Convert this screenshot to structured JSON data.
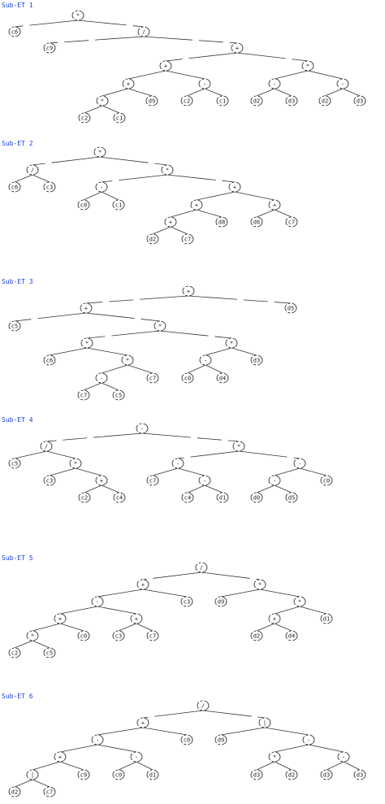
{
  "colors": {
    "title": "#1a3fd6",
    "line": "#333333",
    "node_fill": "#ffffff"
  },
  "trees": [
    {
      "title": "Sub-ET 1",
      "nodes": [
        {
          "id": "n0",
          "label": "*"
        },
        {
          "id": "n1",
          "label": "c6",
          "parent": "n0"
        },
        {
          "id": "n2",
          "label": "/",
          "parent": "n0"
        },
        {
          "id": "n3",
          "label": "c9",
          "parent": "n2"
        },
        {
          "id": "n4",
          "label": "+",
          "parent": "n2"
        },
        {
          "id": "n5",
          "label": "+",
          "parent": "n4"
        },
        {
          "id": "n6",
          "label": "*",
          "parent": "n4"
        },
        {
          "id": "n7",
          "label": "+",
          "parent": "n5"
        },
        {
          "id": "n8",
          "label": "-",
          "parent": "n5"
        },
        {
          "id": "n9",
          "label": "-",
          "parent": "n6"
        },
        {
          "id": "n10",
          "label": "-",
          "parent": "n6"
        },
        {
          "id": "n11",
          "label": "*",
          "parent": "n7"
        },
        {
          "id": "n12",
          "label": "d9",
          "parent": "n7"
        },
        {
          "id": "n13",
          "label": "c2",
          "parent": "n8"
        },
        {
          "id": "n14",
          "label": "c1",
          "parent": "n8"
        },
        {
          "id": "n15",
          "label": "d2",
          "parent": "n9"
        },
        {
          "id": "n16",
          "label": "d3",
          "parent": "n9"
        },
        {
          "id": "n17",
          "label": "d2",
          "parent": "n10"
        },
        {
          "id": "n18",
          "label": "d3",
          "parent": "n10"
        },
        {
          "id": "n19",
          "label": "c2",
          "parent": "n11"
        },
        {
          "id": "n20",
          "label": "c1",
          "parent": "n11"
        }
      ]
    },
    {
      "title": "Sub-ET 2",
      "nodes": [
        {
          "id": "n0",
          "label": "*"
        },
        {
          "id": "n1",
          "label": "/",
          "parent": "n0"
        },
        {
          "id": "n2",
          "label": "*",
          "parent": "n0"
        },
        {
          "id": "n3",
          "label": "c6",
          "parent": "n1"
        },
        {
          "id": "n4",
          "label": "c3",
          "parent": "n1"
        },
        {
          "id": "n5",
          "label": "-",
          "parent": "n2"
        },
        {
          "id": "n6",
          "label": "+",
          "parent": "n2"
        },
        {
          "id": "n7",
          "label": "c0",
          "parent": "n5"
        },
        {
          "id": "n8",
          "label": "c1",
          "parent": "n5"
        },
        {
          "id": "n9",
          "label": "+",
          "parent": "n6"
        },
        {
          "id": "n10",
          "label": "+",
          "parent": "n6"
        },
        {
          "id": "n11",
          "label": "+",
          "parent": "n9"
        },
        {
          "id": "n12",
          "label": "d8",
          "parent": "n9"
        },
        {
          "id": "n13",
          "label": "d6",
          "parent": "n10"
        },
        {
          "id": "n14",
          "label": "c7",
          "parent": "n10"
        },
        {
          "id": "n15",
          "label": "d2",
          "parent": "n11"
        },
        {
          "id": "n16",
          "label": "c7",
          "parent": "n11"
        }
      ]
    },
    {
      "title": "Sub-ET 3",
      "nodes": [
        {
          "id": "n0",
          "label": "+"
        },
        {
          "id": "n1",
          "label": "+",
          "parent": "n0"
        },
        {
          "id": "n2",
          "label": "d5",
          "parent": "n0"
        },
        {
          "id": "n3",
          "label": "c5",
          "parent": "n1"
        },
        {
          "id": "n4",
          "label": "*",
          "parent": "n1"
        },
        {
          "id": "n5",
          "label": "*",
          "parent": "n4"
        },
        {
          "id": "n6",
          "label": "*",
          "parent": "n4"
        },
        {
          "id": "n7",
          "label": "c6",
          "parent": "n5"
        },
        {
          "id": "n8",
          "label": "*",
          "parent": "n5"
        },
        {
          "id": "n9",
          "label": "-",
          "parent": "n6"
        },
        {
          "id": "n10",
          "label": "d3",
          "parent": "n6"
        },
        {
          "id": "n11",
          "label": "-",
          "parent": "n8"
        },
        {
          "id": "n12",
          "label": "c7",
          "parent": "n8"
        },
        {
          "id": "n13",
          "label": "c0",
          "parent": "n9"
        },
        {
          "id": "n14",
          "label": "d4",
          "parent": "n9"
        },
        {
          "id": "n15",
          "label": "c7",
          "parent": "n11"
        },
        {
          "id": "n16",
          "label": "c5",
          "parent": "n11"
        }
      ]
    },
    {
      "title": "Sub-ET 4",
      "nodes": [
        {
          "id": "n0",
          "label": "-"
        },
        {
          "id": "n1",
          "label": "/",
          "parent": "n0"
        },
        {
          "id": "n2",
          "label": "*",
          "parent": "n0"
        },
        {
          "id": "n3",
          "label": "c5",
          "parent": "n1"
        },
        {
          "id": "n4",
          "label": "*",
          "parent": "n1"
        },
        {
          "id": "n5",
          "label": "c3",
          "parent": "n4"
        },
        {
          "id": "n6",
          "label": "+",
          "parent": "n4"
        },
        {
          "id": "n7",
          "label": "c2",
          "parent": "n6"
        },
        {
          "id": "n8",
          "label": "c4",
          "parent": "n6"
        },
        {
          "id": "n9",
          "label": "-",
          "parent": "n2"
        },
        {
          "id": "n10",
          "label": "-",
          "parent": "n2"
        },
        {
          "id": "n11",
          "label": "c7",
          "parent": "n9"
        },
        {
          "id": "n12",
          "label": "-",
          "parent": "n9"
        },
        {
          "id": "n13",
          "label": "c4",
          "parent": "n12"
        },
        {
          "id": "n14",
          "label": "d1",
          "parent": "n12"
        },
        {
          "id": "n15",
          "label": "-",
          "parent": "n10"
        },
        {
          "id": "n16",
          "label": "c0",
          "parent": "n10"
        },
        {
          "id": "n17",
          "label": "d0",
          "parent": "n15"
        },
        {
          "id": "n18",
          "label": "d5",
          "parent": "n15"
        }
      ]
    },
    {
      "title": "Sub-ET 5",
      "nodes": [
        {
          "id": "n0",
          "label": "/"
        },
        {
          "id": "n1",
          "label": "+",
          "parent": "n0"
        },
        {
          "id": "n2",
          "label": "*",
          "parent": "n0"
        },
        {
          "id": "n3",
          "label": "-",
          "parent": "n1"
        },
        {
          "id": "n4",
          "label": "c3",
          "parent": "n1"
        },
        {
          "id": "n5",
          "label": "d9",
          "parent": "n2"
        },
        {
          "id": "n6",
          "label": "*",
          "parent": "n2"
        },
        {
          "id": "n7",
          "label": "+",
          "parent": "n3"
        },
        {
          "id": "n8",
          "label": "+",
          "parent": "n3"
        },
        {
          "id": "n9",
          "label": "+",
          "parent": "n6"
        },
        {
          "id": "n10",
          "label": "d1",
          "parent": "n6"
        },
        {
          "id": "n11",
          "label": "*",
          "parent": "n7"
        },
        {
          "id": "n12",
          "label": "c0",
          "parent": "n7"
        },
        {
          "id": "n13",
          "label": "c3",
          "parent": "n8"
        },
        {
          "id": "n14",
          "label": "c7",
          "parent": "n8"
        },
        {
          "id": "n15",
          "label": "d2",
          "parent": "n9"
        },
        {
          "id": "n16",
          "label": "d4",
          "parent": "n9"
        },
        {
          "id": "n17",
          "label": "c2",
          "parent": "n11"
        },
        {
          "id": "n18",
          "label": "c5",
          "parent": "n11"
        }
      ]
    },
    {
      "title": "Sub-ET 6",
      "nodes": [
        {
          "id": "n0",
          "label": "/"
        },
        {
          "id": "n1",
          "label": "+",
          "parent": "n0"
        },
        {
          "id": "n2",
          "label": "|",
          "parent": "n0"
        },
        {
          "id": "n3",
          "label": "-",
          "parent": "n1"
        },
        {
          "id": "n4",
          "label": "c0",
          "parent": "n1"
        },
        {
          "id": "n5",
          "label": "d9",
          "parent": "n2"
        },
        {
          "id": "n6",
          "label": "-",
          "parent": "n2"
        },
        {
          "id": "n7",
          "label": "+",
          "parent": "n3"
        },
        {
          "id": "n8",
          "label": "-",
          "parent": "n3"
        },
        {
          "id": "n9",
          "label": "*",
          "parent": "n6"
        },
        {
          "id": "n10",
          "label": "-",
          "parent": "n6"
        },
        {
          "id": "n11",
          "label": "|",
          "parent": "n7"
        },
        {
          "id": "n12",
          "label": "c9",
          "parent": "n7"
        },
        {
          "id": "n13",
          "label": "c0",
          "parent": "n8"
        },
        {
          "id": "n14",
          "label": "d1",
          "parent": "n8"
        },
        {
          "id": "n15",
          "label": "d3",
          "parent": "n9"
        },
        {
          "id": "n16",
          "label": "d2",
          "parent": "n9"
        },
        {
          "id": "n17",
          "label": "d3",
          "parent": "n10"
        },
        {
          "id": "n18",
          "label": "d3",
          "parent": "n10"
        },
        {
          "id": "n19",
          "label": "d2",
          "parent": "n11"
        },
        {
          "id": "n20",
          "label": "c7",
          "parent": "n11"
        }
      ]
    }
  ]
}
